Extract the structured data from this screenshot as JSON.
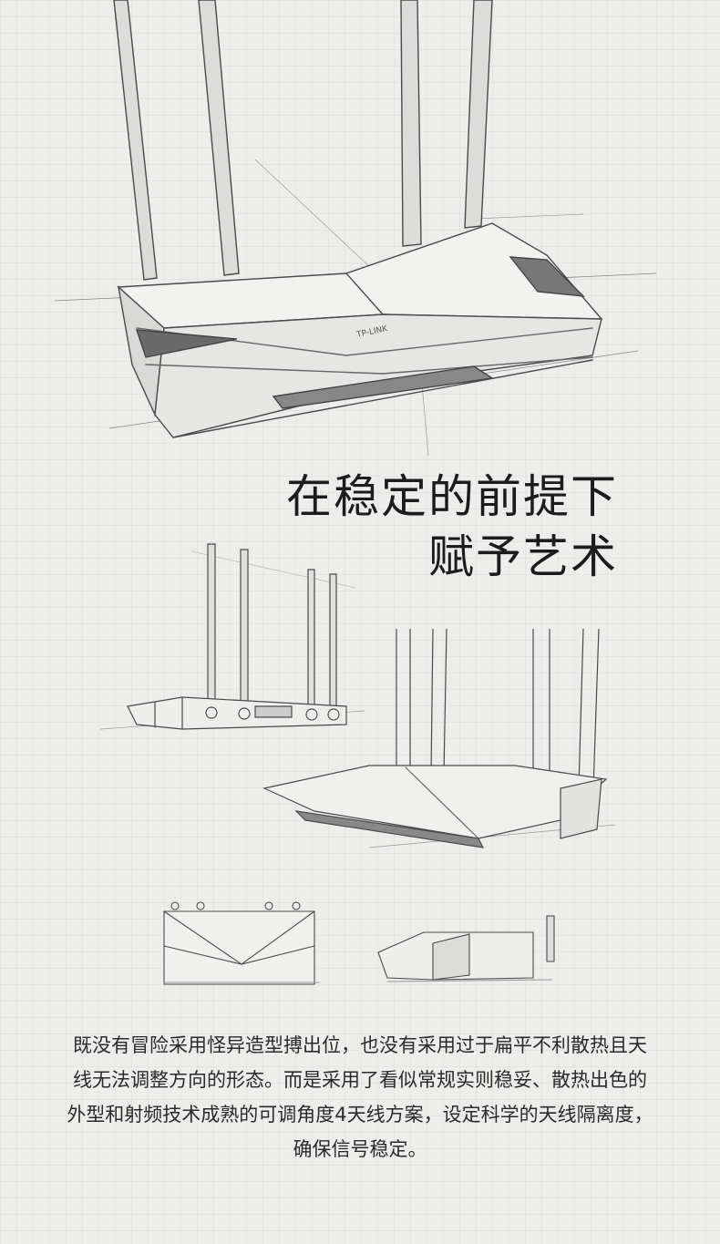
{
  "headline": {
    "line1": "在稳定的前提下",
    "line2": "赋予艺术"
  },
  "body": {
    "paragraph": "既没有冒险采用怪异造型搏出位，也没有采用过于扁平不利散热且天线无法调整方向的形态。而是采用了看似常规实则稳妥、散热出色的外型和射频技术成熟的可调角度4天线方案，设定科学的天线隔离度，确保信号稳定。"
  },
  "router": {
    "brand_logo": "TP-LINK"
  },
  "colors": {
    "background": "#ededeb",
    "ink": "#1c1c1c",
    "sketch_line": "#555555"
  }
}
